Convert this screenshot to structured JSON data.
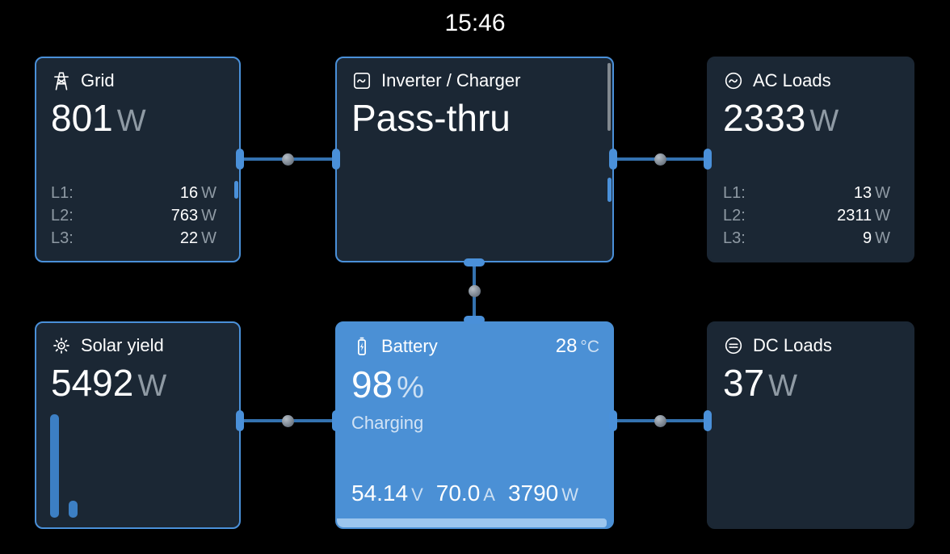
{
  "clock": "15:46",
  "grid": {
    "title": "Grid",
    "value": "801",
    "unit": "W",
    "phases": [
      {
        "label": "L1:",
        "value": "16",
        "unit": "W"
      },
      {
        "label": "L2:",
        "value": "763",
        "unit": "W"
      },
      {
        "label": "L3:",
        "value": "22",
        "unit": "W"
      }
    ]
  },
  "inverter": {
    "title": "Inverter / Charger",
    "state": "Pass-thru"
  },
  "ac_loads": {
    "title": "AC Loads",
    "value": "2333",
    "unit": "W",
    "phases": [
      {
        "label": "L1:",
        "value": "13",
        "unit": "W"
      },
      {
        "label": "L2:",
        "value": "2311",
        "unit": "W"
      },
      {
        "label": "L3:",
        "value": "9",
        "unit": "W"
      }
    ]
  },
  "solar": {
    "title": "Solar yield",
    "value": "5492",
    "unit": "W"
  },
  "battery": {
    "title": "Battery",
    "temperature_value": "28",
    "temperature_unit": "°C",
    "soc_value": "98",
    "soc_unit": "%",
    "state": "Charging",
    "voltage_value": "54.14",
    "voltage_unit": "V",
    "current_value": "70.0",
    "current_unit": "A",
    "power_value": "3790",
    "power_unit": "W"
  },
  "dc_loads": {
    "title": "DC Loads",
    "value": "37",
    "unit": "W"
  },
  "icons": {
    "grid": "transmission-tower",
    "inverter": "square-sine-wave",
    "ac_loads": "circle-sine-wave",
    "solar": "sun",
    "battery": "battery-bolt",
    "dc_loads": "circle-dc-symbol"
  },
  "colors": {
    "accent": "#4a90d9",
    "tile_bg": "#1b2734",
    "battery_bg": "#4b90d5",
    "connector_line": "#3472b0",
    "soc_strip": "#9cc6ee",
    "solar_bar": "#3c7fc4",
    "text_secondary": "#8f9aa4"
  }
}
